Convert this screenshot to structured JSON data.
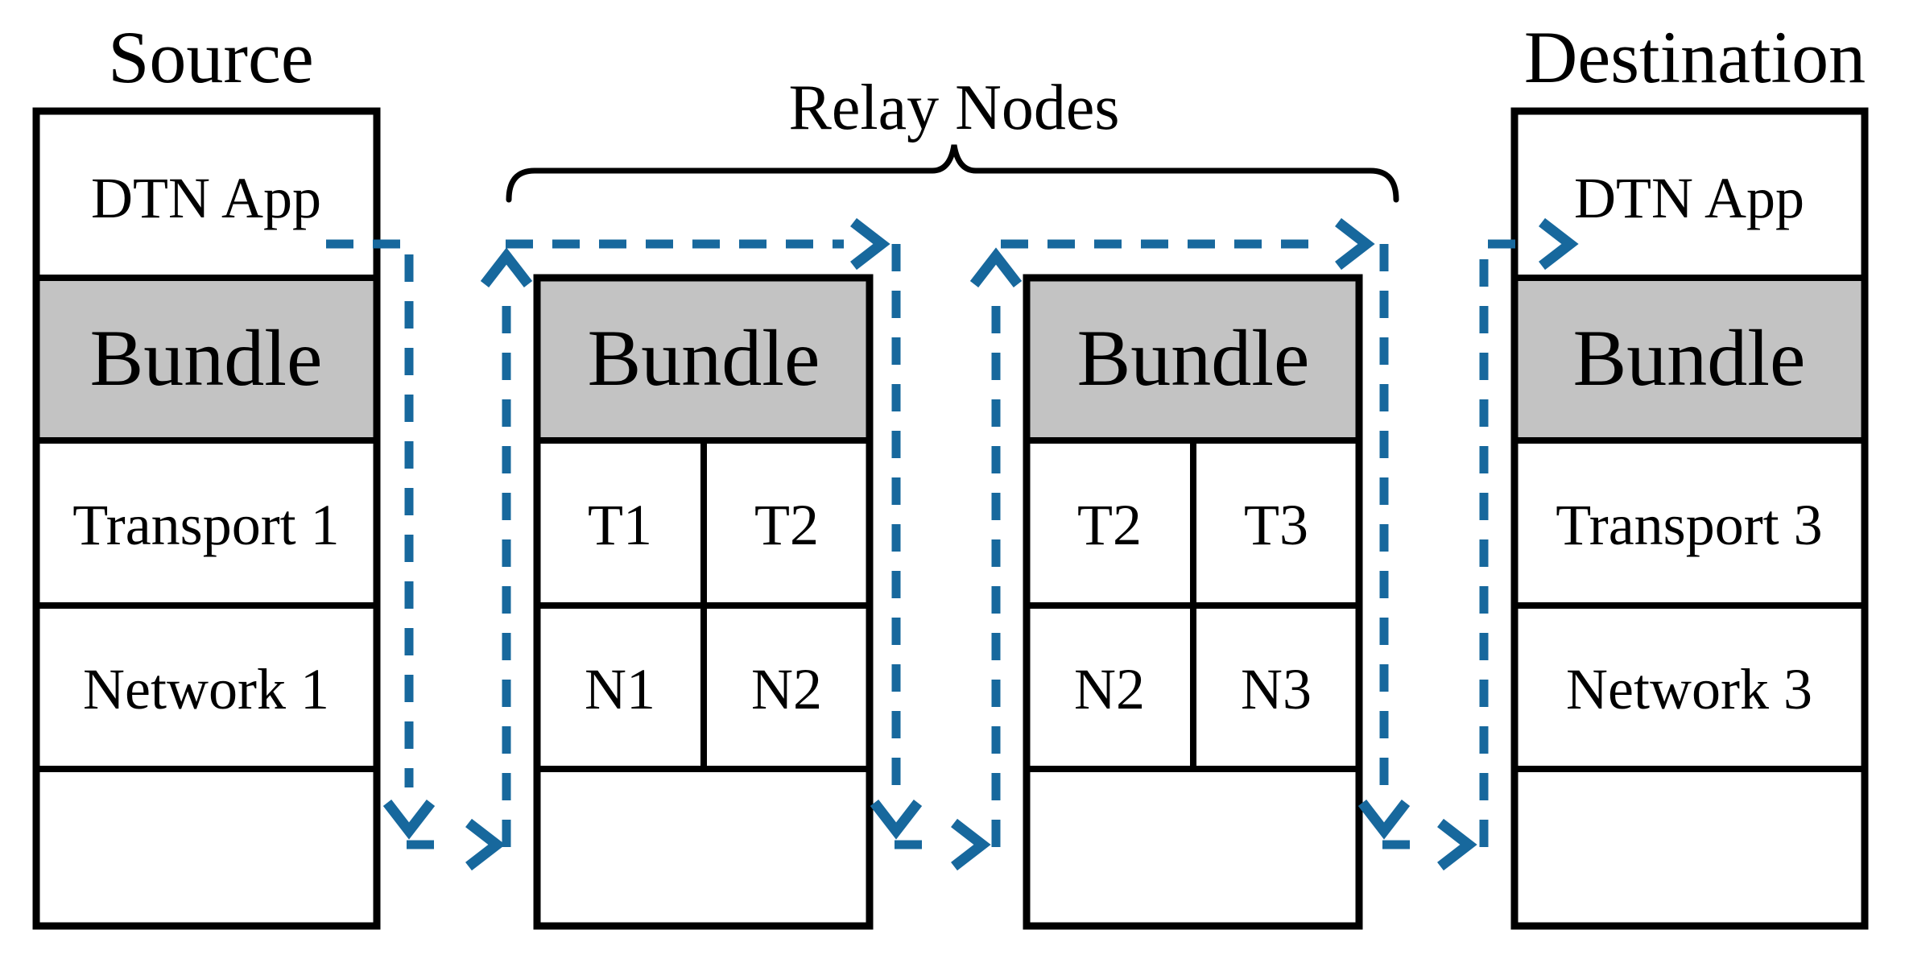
{
  "titles": {
    "source": "Source",
    "relay": "Relay Nodes",
    "destination": "Destination"
  },
  "source_stack": {
    "layers": [
      "DTN App",
      "Bundle",
      "Transport 1",
      "Network 1",
      ""
    ]
  },
  "relay1_stack": {
    "bundle": "Bundle",
    "transport_cells": [
      "T1",
      "T2"
    ],
    "network_cells": [
      "N1",
      "N2"
    ]
  },
  "relay2_stack": {
    "bundle": "Bundle",
    "transport_cells": [
      "T2",
      "T3"
    ],
    "network_cells": [
      "N2",
      "N3"
    ]
  },
  "destination_stack": {
    "layers": [
      "DTN App",
      "Bundle",
      "Transport 3",
      "Network 3",
      ""
    ]
  },
  "colors": {
    "arrow": "#17689d",
    "bundle_fill": "#c3c3c3",
    "line": "#000000",
    "background": "#ffffff"
  }
}
